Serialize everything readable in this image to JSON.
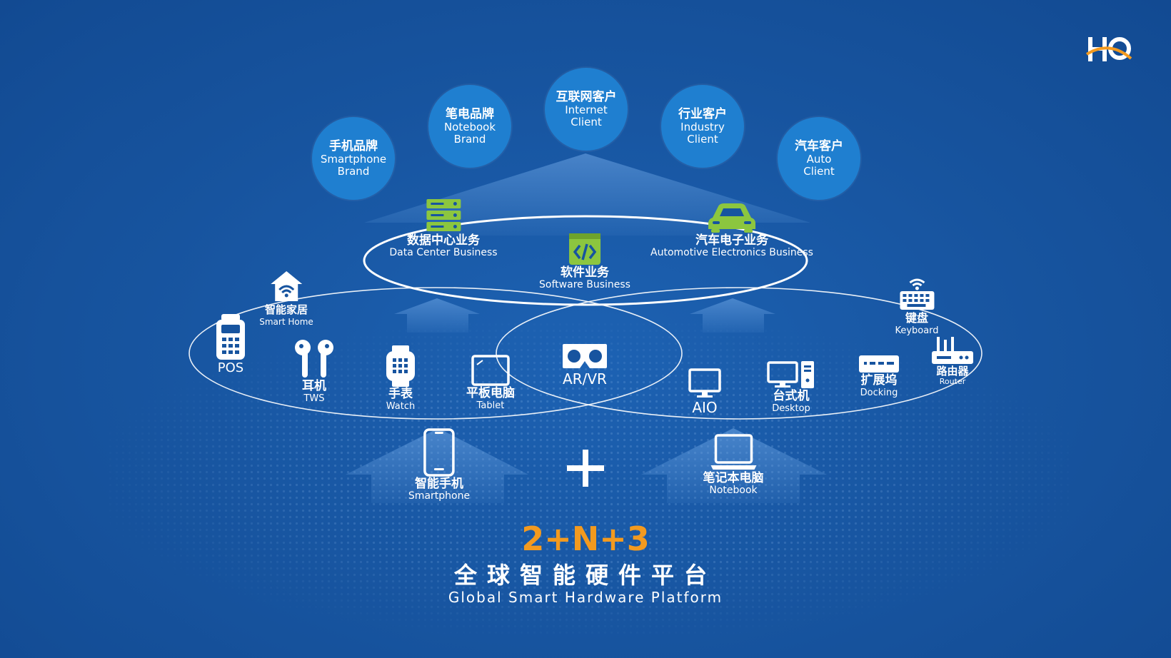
{
  "logo": {
    "text": "HQ"
  },
  "clients": [
    {
      "zh": "手机品牌",
      "en1": "Smartphone",
      "en2": "Brand"
    },
    {
      "zh": "笔电品牌",
      "en1": "Notebook",
      "en2": "Brand"
    },
    {
      "zh": "互联网客户",
      "en1": "Internet",
      "en2": "Client"
    },
    {
      "zh": "行业客户",
      "en1": "Industry",
      "en2": "Client"
    },
    {
      "zh": "汽车客户",
      "en1": "Auto",
      "en2": "Client"
    }
  ],
  "businesses": [
    {
      "zh": "数据中心业务",
      "en": "Data Center Business",
      "icon": "server-icon"
    },
    {
      "zh": "软件业务",
      "en": "Software Business",
      "icon": "code-icon"
    },
    {
      "zh": "汽车电子业务",
      "en": "Automotive Electronics Business",
      "icon": "car-icon"
    }
  ],
  "devices": [
    {
      "zh": "智能家居",
      "en": "Smart Home",
      "icon": "smart-home-icon"
    },
    {
      "zh": "",
      "en": "POS",
      "icon": "pos-icon"
    },
    {
      "zh": "耳机",
      "en": "TWS",
      "icon": "earbuds-icon"
    },
    {
      "zh": "手表",
      "en": "Watch",
      "icon": "watch-icon"
    },
    {
      "zh": "平板电脑",
      "en": "Tablet",
      "icon": "tablet-icon"
    },
    {
      "zh": "",
      "en": "AR/VR",
      "icon": "vr-headset-icon"
    },
    {
      "zh": "",
      "en": "AIO",
      "icon": "aio-icon"
    },
    {
      "zh": "台式机",
      "en": "Desktop",
      "icon": "desktop-icon"
    },
    {
      "zh": "扩展坞",
      "en": "Docking",
      "icon": "docking-icon"
    },
    {
      "zh": "键盘",
      "en": "Keyboard",
      "icon": "keyboard-icon"
    },
    {
      "zh": "路由器",
      "en": "Router",
      "icon": "router-icon"
    }
  ],
  "core": [
    {
      "zh": "智能手机",
      "en": "Smartphone",
      "icon": "smartphone-icon"
    },
    {
      "zh": "笔记本电脑",
      "en": "Notebook",
      "icon": "laptop-icon"
    }
  ],
  "plus": "+",
  "platform": {
    "formula": "2+N+3",
    "zh": "全球智能硬件平台",
    "en": "Global Smart Hardware Platform"
  },
  "colors": {
    "background": "#17549f",
    "client_circle": "#1f7fd0",
    "accent_green": "#8cc63f",
    "accent_orange": "#f39a1f",
    "white": "#ffffff"
  }
}
